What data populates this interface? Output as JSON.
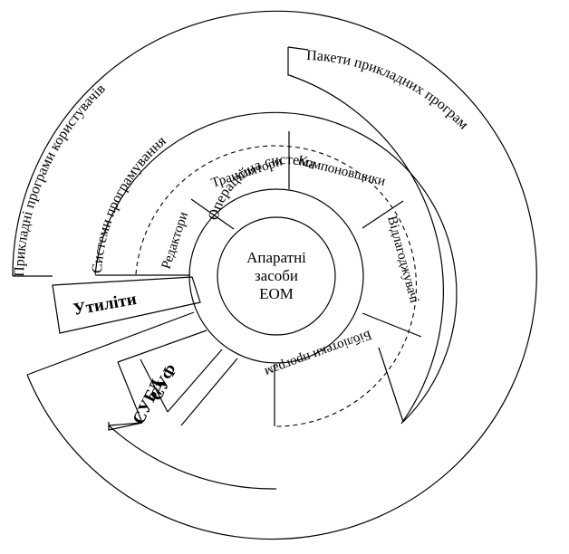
{
  "core": {
    "line1": "Апаратні",
    "line2": "засоби",
    "line3": "ЕОМ"
  },
  "os_label": "Операційна система",
  "system_programming": {
    "label": "Системи програмування",
    "segments": {
      "translators": "Транслятори",
      "linkers": "Компоновщики",
      "editors": "Редактори",
      "debuggers": "Відлагоджувачі",
      "libraries": "Бібліотеки програм"
    }
  },
  "utilities": "Утиліти",
  "dbms": "СУБД",
  "file_system": "СУФ",
  "applied_packages": "Пакети прикладних програм",
  "user_programs": "Прикладні програми користувачів"
}
